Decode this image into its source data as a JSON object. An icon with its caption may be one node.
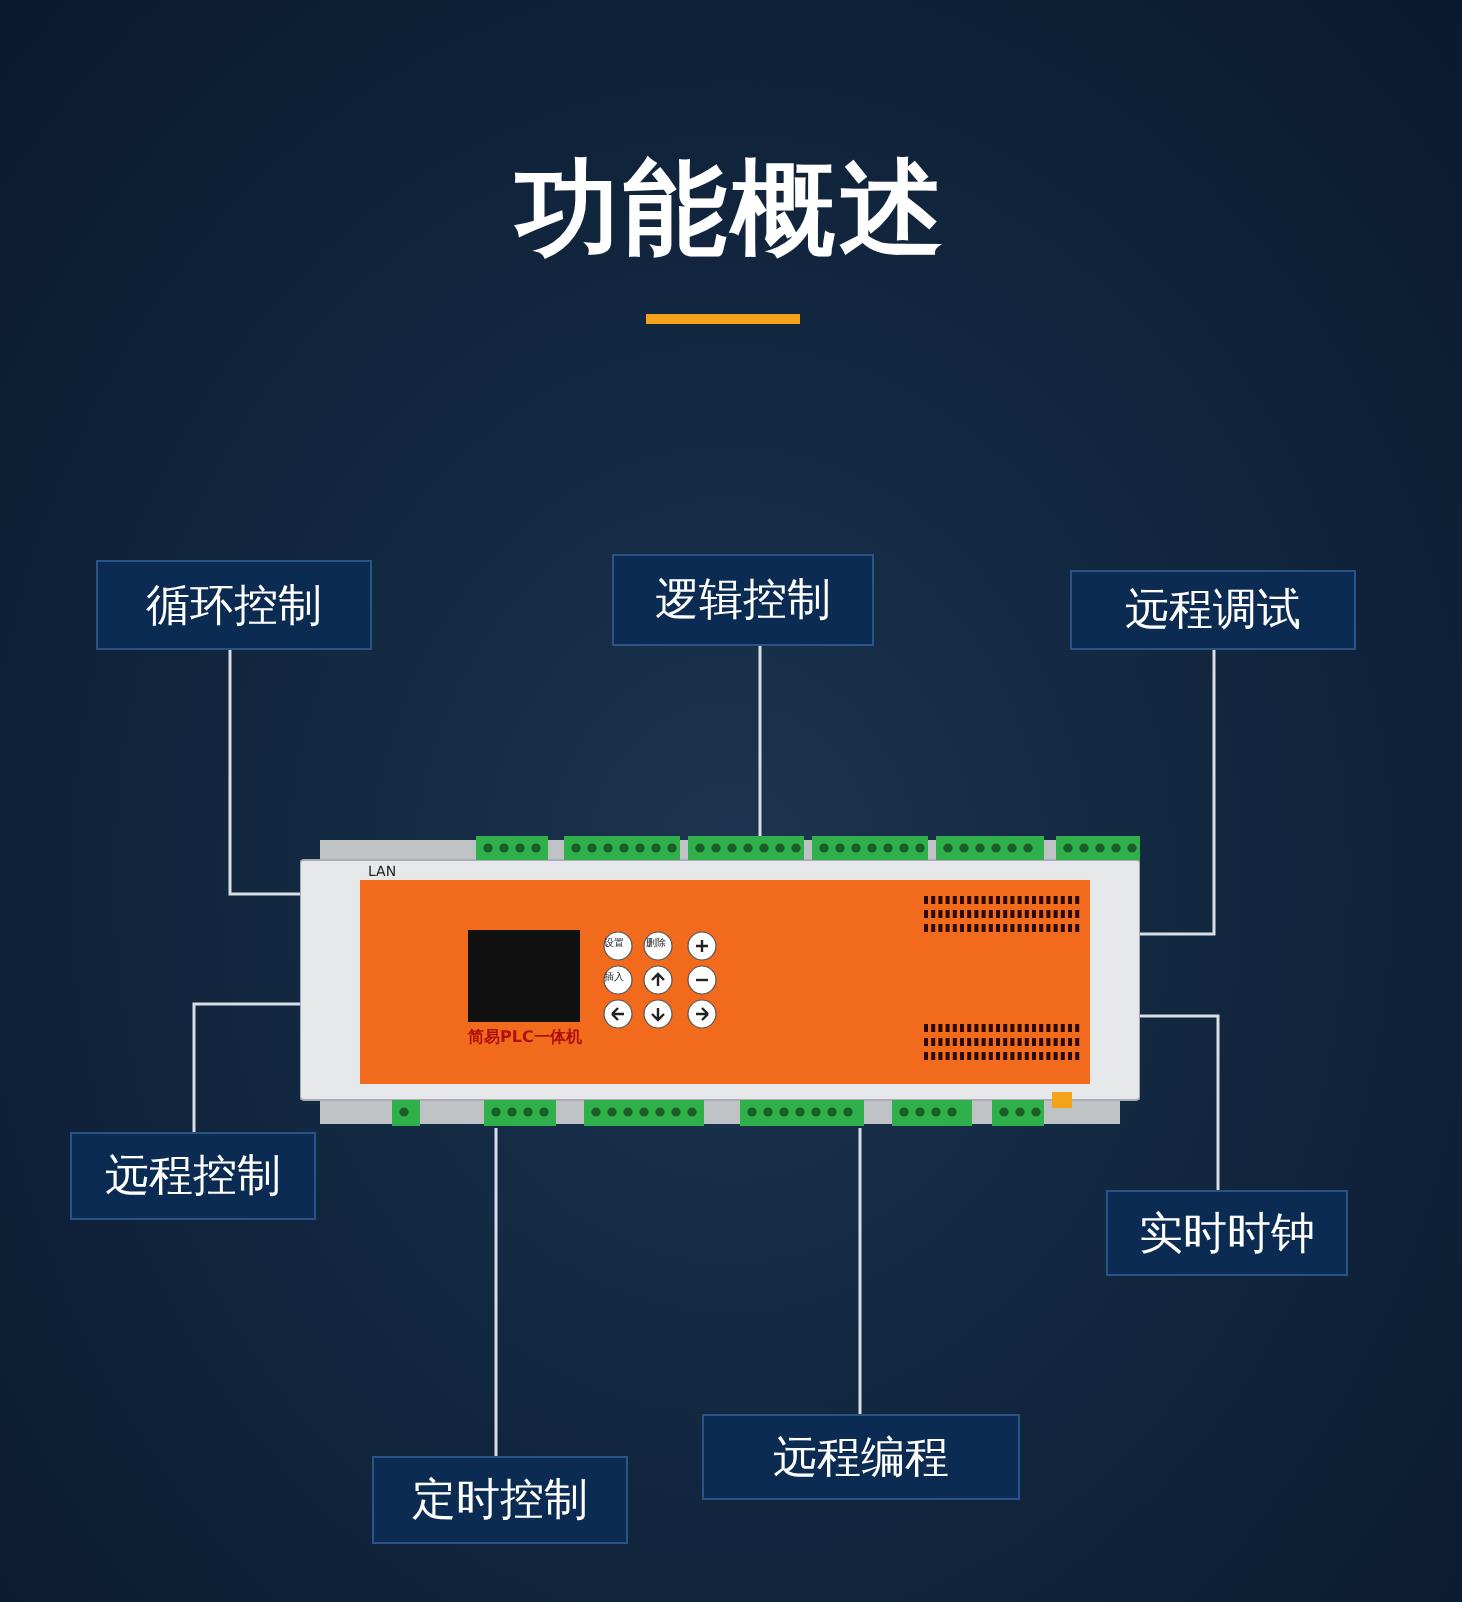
{
  "diagram": {
    "title": "功能概述",
    "nodes": [
      {
        "text": [
          "循环控制"
        ]
      },
      {
        "text": [
          "逻辑控制"
        ]
      },
      {
        "text": [
          "远程调试"
        ]
      },
      {
        "text": [
          "远程控制"
        ]
      },
      {
        "text": [
          "实时时钟"
        ]
      },
      {
        "text": [
          "远程编程"
        ]
      },
      {
        "text": [
          "定时控制"
        ]
      },
      {
        "text": [],
        "shape": "picture"
      }
    ],
    "edges": [
      {
        "from": 0,
        "to": 7,
        "arrow": "none"
      },
      {
        "from": 1,
        "to": 7,
        "arrow": "none"
      },
      {
        "from": 2,
        "to": 7,
        "arrow": "none"
      },
      {
        "from": 3,
        "to": 7,
        "arrow": "none"
      },
      {
        "from": 4,
        "to": 7,
        "arrow": "none"
      },
      {
        "from": 5,
        "to": 7,
        "arrow": "none"
      },
      {
        "from": 6,
        "to": 7,
        "arrow": "none"
      }
    ],
    "labels": [
      "LAN",
      "设置",
      "删除",
      "插入",
      "简易PLC一体机"
    ]
  }
}
